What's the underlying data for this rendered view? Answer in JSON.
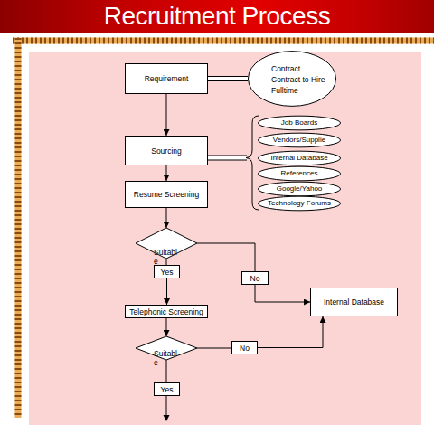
{
  "diagram": {
    "title": "Recruitment Process",
    "nodes": [
      {
        "text": [
          "Requirement"
        ]
      },
      {
        "text": [
          "Contract",
          "Contract to Hire",
          "Fulltime"
        ]
      },
      {
        "text": [
          "Sourcing"
        ]
      },
      {
        "text": [
          "Job Boards"
        ]
      },
      {
        "text": [
          "Vendors/Supplie"
        ]
      },
      {
        "text": [
          "Internal Database"
        ]
      },
      {
        "text": [
          "References"
        ]
      },
      {
        "text": [
          "Google/Yahoo"
        ]
      },
      {
        "text": [
          "Technology Forums"
        ]
      },
      {
        "text": [
          "Resume Screening"
        ]
      },
      {
        "text": [
          "Suitable"
        ]
      },
      {
        "text": [
          "Yes"
        ]
      },
      {
        "text": [
          "No"
        ]
      },
      {
        "text": [
          "Internal Database"
        ]
      },
      {
        "text": [
          "Telephonic Screening"
        ]
      },
      {
        "text": [
          "Suitable"
        ]
      },
      {
        "text": [
          "No"
        ]
      },
      {
        "text": [
          "Yes"
        ]
      }
    ],
    "edges": [
      {
        "from": 0,
        "to": 1,
        "arrow": "none"
      },
      {
        "from": 0,
        "to": 2,
        "arrow": "to"
      },
      {
        "from": 2,
        "to": 9,
        "arrow": "to"
      },
      {
        "from": 9,
        "to": 10,
        "arrow": "to"
      },
      {
        "from": 10,
        "to": 11,
        "arrow": "none"
      },
      {
        "from": 11,
        "to": 14,
        "arrow": "to"
      },
      {
        "from": 10,
        "to": 12,
        "arrow": "none"
      },
      {
        "from": 12,
        "to": 13,
        "arrow": "to"
      },
      {
        "from": 14,
        "to": 15,
        "arrow": "to"
      },
      {
        "from": 15,
        "to": 16,
        "arrow": "none"
      },
      {
        "from": 16,
        "to": 13,
        "arrow": "to"
      },
      {
        "from": 15,
        "to": 17,
        "arrow": "none"
      }
    ]
  }
}
